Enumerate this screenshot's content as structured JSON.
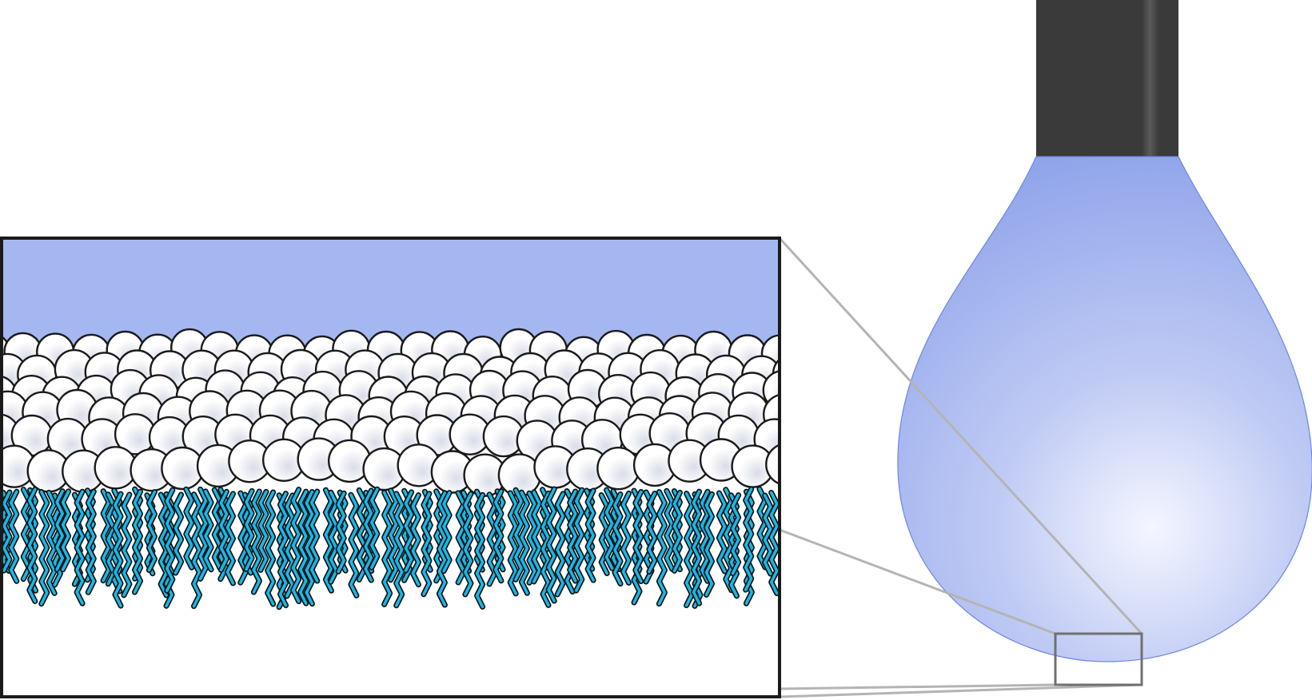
{
  "figure": {
    "colors": {
      "background": "#ffffff",
      "needle": "#3a3a3a",
      "needle_highlight": "#5a5a5a",
      "drop_top": "#8299e8",
      "drop_glow": "#f4f6ff",
      "drop_edge": "#6f86e0",
      "aqueous_phase": "#a5b7f1",
      "head_fill": "#ffffff",
      "head_shade": "#d9dde8",
      "head_stroke": "#1a1a1a",
      "tail_fill": "#19b8e8",
      "tail_stroke": "#111111",
      "zoom_lines": "#b4b4b4",
      "roi_box": "#707070",
      "frame": "#1a1a1a"
    },
    "elements": {
      "needle": "dispensing-needle",
      "drop": "pendant-drop",
      "region_of_interest": "interface-region-box",
      "zoom_panel": "monolayer-zoom-inset",
      "heads": "packed-polar-headgroups",
      "tails": "hydrocarbon-tails"
    }
  }
}
